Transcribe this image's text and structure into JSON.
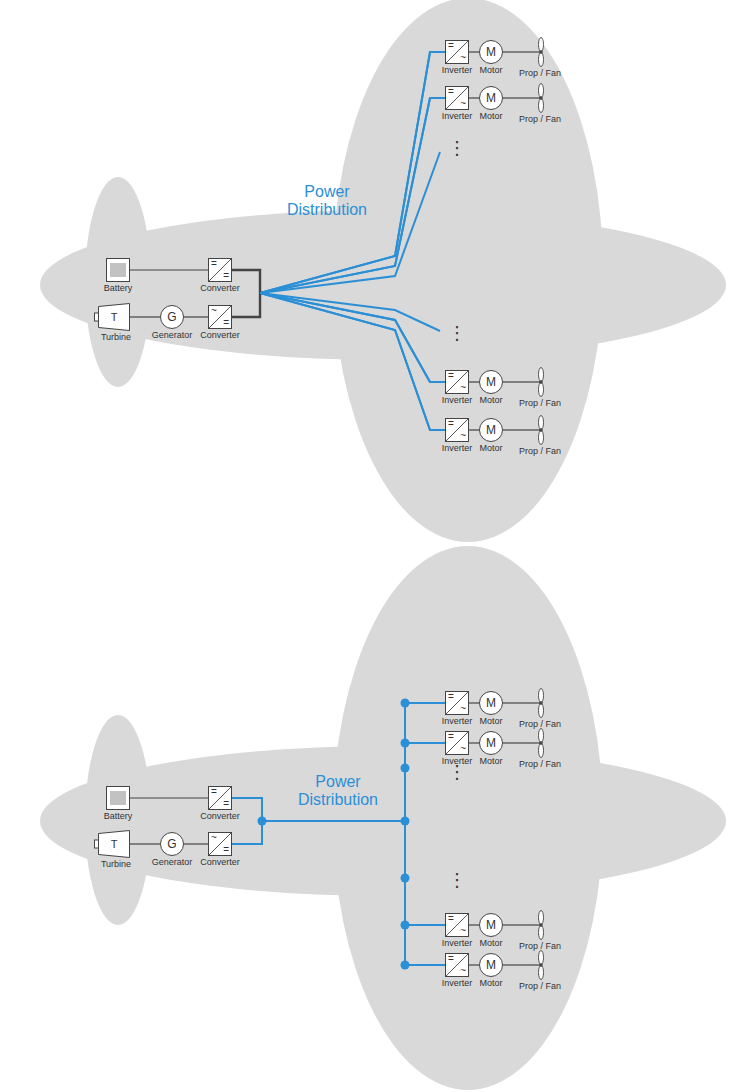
{
  "diagram": {
    "nodes": [
      {
        "text": [
          "Battery"
        ]
      },
      {
        "text": [
          "=",
          "=",
          "Converter"
        ]
      },
      {
        "text": [
          "T",
          "Turbine"
        ]
      },
      {
        "text": [
          "G",
          "Generator"
        ]
      },
      {
        "text": [
          "~",
          "=",
          "Converter"
        ]
      },
      {
        "text": [
          "=",
          "~",
          "Inverter"
        ]
      },
      {
        "text": [
          "M",
          "Motor"
        ]
      },
      {
        "text": [
          "Prop / Fan"
        ]
      },
      {
        "text": [
          "=",
          "~",
          "Inverter"
        ]
      },
      {
        "text": [
          "M",
          "Motor"
        ]
      },
      {
        "text": [
          "Prop / Fan"
        ]
      },
      {
        "text": [
          "=",
          "~",
          "Inverter"
        ]
      },
      {
        "text": [
          "M",
          "Motor"
        ]
      },
      {
        "text": [
          "Prop / Fan"
        ]
      },
      {
        "text": [
          "=",
          "~",
          "Inverter"
        ]
      },
      {
        "text": [
          "M",
          "Motor"
        ]
      },
      {
        "text": [
          "Prop / Fan"
        ]
      },
      {
        "text": [
          "Battery"
        ]
      },
      {
        "text": [
          "=",
          "=",
          "Converter"
        ]
      },
      {
        "text": [
          "T",
          "Turbine"
        ]
      },
      {
        "text": [
          "G",
          "Generator"
        ]
      },
      {
        "text": [
          "~",
          "=",
          "Converter"
        ]
      },
      {
        "text": [
          "=",
          "~",
          "Inverter"
        ]
      },
      {
        "text": [
          "M",
          "Motor"
        ]
      },
      {
        "text": [
          "Prop / Fan"
        ]
      },
      {
        "text": [
          "=",
          "~",
          "Inverter"
        ]
      },
      {
        "text": [
          "M",
          "Motor"
        ]
      },
      {
        "text": [
          "Prop / Fan"
        ]
      },
      {
        "text": [
          "=",
          "~",
          "Inverter"
        ]
      },
      {
        "text": [
          "M",
          "Motor"
        ]
      },
      {
        "text": [
          "Prop / Fan"
        ]
      },
      {
        "text": [
          "=",
          "~",
          "Inverter"
        ]
      },
      {
        "text": [
          "M",
          "Motor"
        ]
      },
      {
        "text": [
          "Prop / Fan"
        ]
      }
    ],
    "edges": [
      {
        "from": 0,
        "to": 1,
        "arrow": "none"
      },
      {
        "from": 2,
        "to": 3,
        "arrow": "none"
      },
      {
        "from": 3,
        "to": 4,
        "arrow": "none"
      },
      {
        "from": 1,
        "to": 5,
        "arrow": "none"
      },
      {
        "from": 1,
        "to": 8,
        "arrow": "none"
      },
      {
        "from": 1,
        "to": 11,
        "arrow": "none"
      },
      {
        "from": 1,
        "to": 14,
        "arrow": "none"
      },
      {
        "from": 4,
        "to": 5,
        "arrow": "none"
      },
      {
        "from": 4,
        "to": 8,
        "arrow": "none"
      },
      {
        "from": 4,
        "to": 11,
        "arrow": "none"
      },
      {
        "from": 4,
        "to": 14,
        "arrow": "none"
      },
      {
        "from": 5,
        "to": 6,
        "arrow": "none"
      },
      {
        "from": 8,
        "to": 9,
        "arrow": "none"
      },
      {
        "from": 11,
        "to": 12,
        "arrow": "none"
      },
      {
        "from": 14,
        "to": 15,
        "arrow": "none"
      },
      {
        "from": 6,
        "to": 7,
        "arrow": "none"
      },
      {
        "from": 9,
        "to": 10,
        "arrow": "none"
      },
      {
        "from": 12,
        "to": 13,
        "arrow": "none"
      },
      {
        "from": 15,
        "to": 16,
        "arrow": "none"
      },
      {
        "from": 17,
        "to": 18,
        "arrow": "none"
      },
      {
        "from": 19,
        "to": 20,
        "arrow": "none"
      },
      {
        "from": 20,
        "to": 21,
        "arrow": "none"
      },
      {
        "from": 18,
        "to": 22,
        "arrow": "none"
      },
      {
        "from": 18,
        "to": 25,
        "arrow": "none"
      },
      {
        "from": 18,
        "to": 28,
        "arrow": "none"
      },
      {
        "from": 18,
        "to": 31,
        "arrow": "none"
      },
      {
        "from": 21,
        "to": 22,
        "arrow": "none"
      },
      {
        "from": 21,
        "to": 25,
        "arrow": "none"
      },
      {
        "from": 21,
        "to": 28,
        "arrow": "none"
      },
      {
        "from": 21,
        "to": 31,
        "arrow": "none"
      },
      {
        "from": 22,
        "to": 23,
        "arrow": "none"
      },
      {
        "from": 25,
        "to": 26,
        "arrow": "none"
      },
      {
        "from": 28,
        "to": 29,
        "arrow": "none"
      },
      {
        "from": 31,
        "to": 32,
        "arrow": "none"
      },
      {
        "from": 23,
        "to": 24,
        "arrow": "none"
      },
      {
        "from": 26,
        "to": 27,
        "arrow": "none"
      },
      {
        "from": 29,
        "to": 30,
        "arrow": "none"
      },
      {
        "from": 32,
        "to": 33,
        "arrow": "none"
      }
    ],
    "labels": [
      "Power Distribution",
      "⋮",
      "⋮",
      "Power Distribution",
      "⋮",
      "⋮"
    ]
  }
}
